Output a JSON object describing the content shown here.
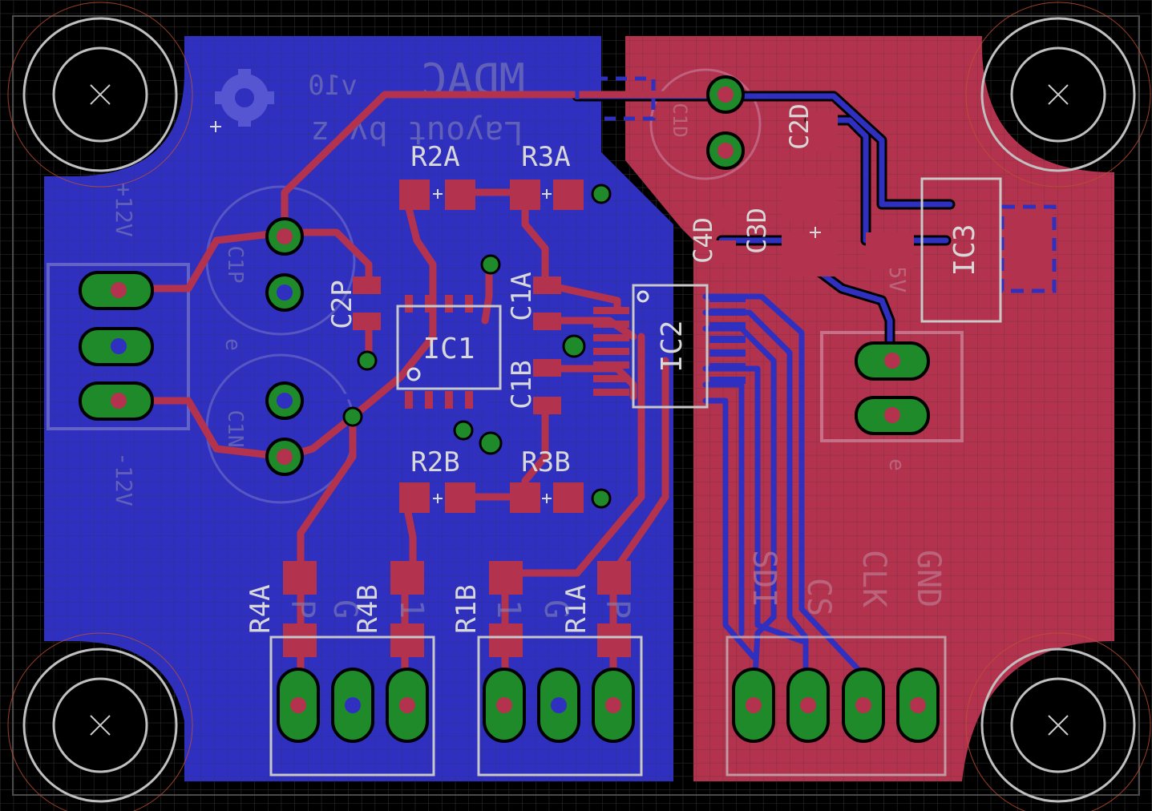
{
  "board": {
    "title": "MDAC",
    "version": "v10",
    "layout_credit": "Layout by z"
  },
  "labels": {
    "r2a": "R2A",
    "r3a": "R3A",
    "r2b": "R2B",
    "r3b": "R3B",
    "r4a": "R4A",
    "r4b": "R4B",
    "r1a": "R1A",
    "r1b": "R1B",
    "c2p": "C2P",
    "c1a": "C1A",
    "c1b": "C1B",
    "c4d": "C4D",
    "c3d": "C3D",
    "c2d": "C2D",
    "ic1": "IC1",
    "ic2": "IC2",
    "ic3": "IC3",
    "p12v": "+12V",
    "m12v": "-12V",
    "c1p": "C1P",
    "c1n": "C1N",
    "c1d": "C1D",
    "p5v": "+5V",
    "g1": "G",
    "g2": "G",
    "o1": "1",
    "o2": "1",
    "p1": "P",
    "p2": "P",
    "sdi": "SDI",
    "cs": "CS",
    "clk": "CLK",
    "gnd": "GND",
    "e1": "e",
    "e2": "e"
  },
  "colors": {
    "top_copper": "#b3324e",
    "bottom_copper": "#3030c0",
    "background": "#000000",
    "grid": "#2a2a2a",
    "via": "#1f8a2a",
    "silkscreen": "#c8c8c8"
  },
  "icons": {
    "logo": "open-hardware-gear-icon",
    "mount": "mounting-hole-icon"
  }
}
